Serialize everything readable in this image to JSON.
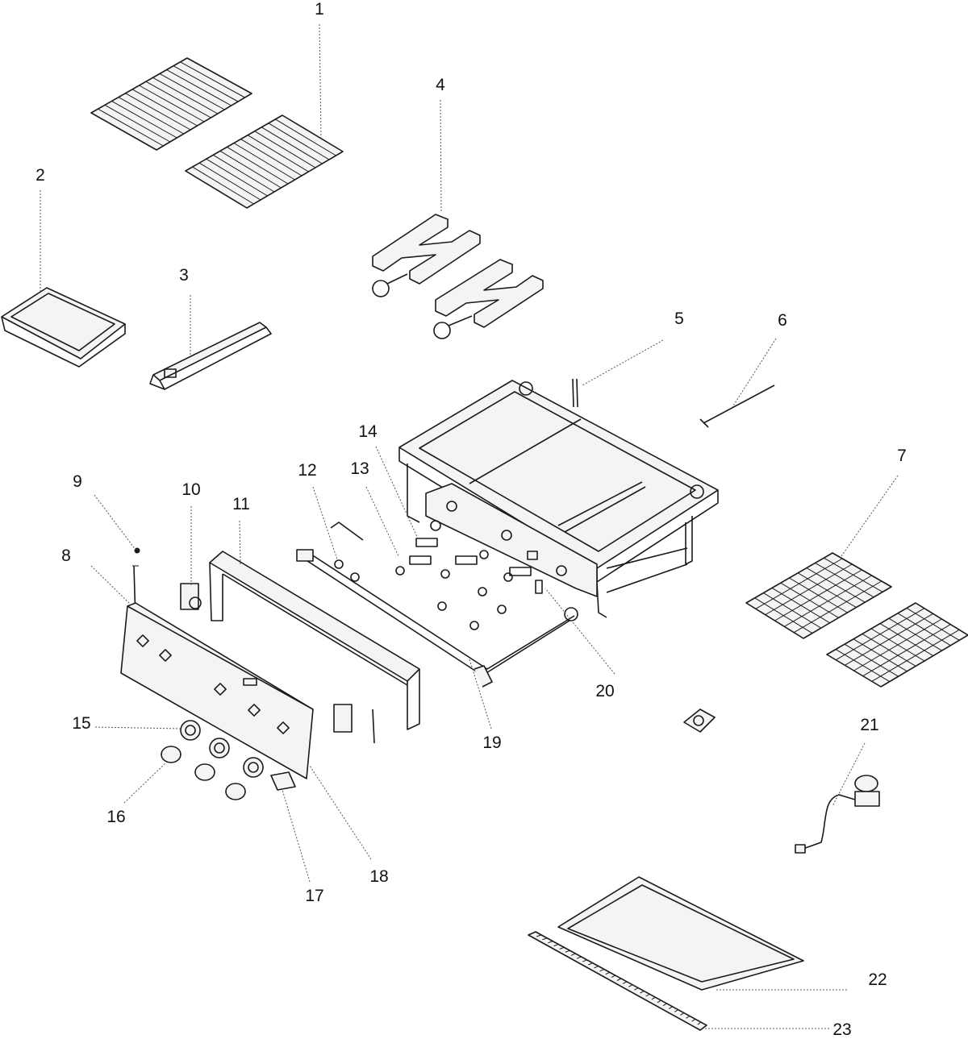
{
  "callouts": [
    "1",
    "2",
    "3",
    "4",
    "5",
    "6",
    "7",
    "8",
    "9",
    "10",
    "11",
    "12",
    "13",
    "14",
    "15",
    "16",
    "17",
    "18",
    "19",
    "20",
    "21",
    "22",
    "23"
  ],
  "colors": {
    "line": "#1a1a1a",
    "background": "#ffffff"
  }
}
